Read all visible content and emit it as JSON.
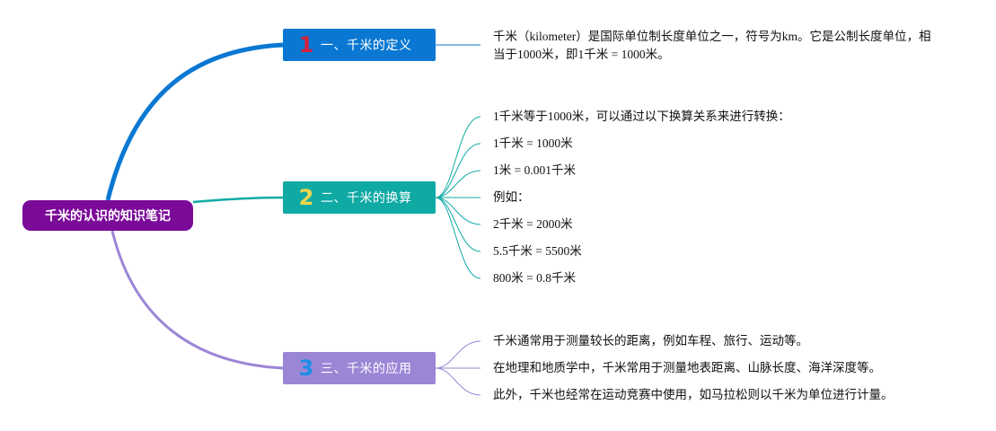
{
  "root": {
    "label": "千米的认识的知识笔记"
  },
  "branches": [
    {
      "number": "1",
      "label": "一、千米的定义",
      "color": "#0a78d2",
      "number_color": "#d3213a",
      "notes": [
        "千米（kilometer）是国际单位制长度单位之一，符号为km。它是公制长度单位，相当于1000米，即1千米 = 1000米。"
      ]
    },
    {
      "number": "2",
      "label": "二、千米的换算",
      "color": "#10aaa5",
      "number_color": "#f2d64a",
      "notes": [
        "1千米等于1000米，可以通过以下换算关系来进行转换：",
        "1千米 = 1000米",
        "1米 = 0.001千米",
        "例如：",
        "2千米 = 2000米",
        "5.5千米 = 5500米",
        "800米 = 0.8千米"
      ]
    },
    {
      "number": "3",
      "label": "三、千米的应用",
      "color": "#9b86d6",
      "number_color": "#1f8fe6",
      "notes": [
        "千米通常用于测量较长的距离，例如车程、旅行、运动等。",
        "在地理和地质学中，千米常用于测量地表距离、山脉长度、海洋深度等。",
        "此外，千米也经常在运动竞赛中使用，如马拉松则以千米为单位进行计量。"
      ]
    }
  ]
}
